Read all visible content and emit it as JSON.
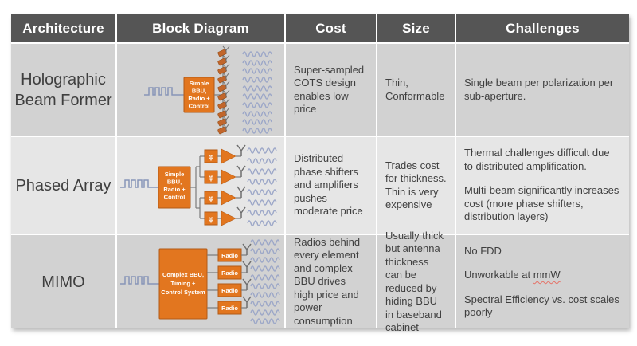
{
  "colors": {
    "header_bg": "#555555",
    "row_dark": "#D2D2D2",
    "row_light": "#E6E6E6",
    "box_orange": "#E2761F",
    "box_orange_border": "#B35B17",
    "signal_blue": "#8795B8",
    "wave_blue": "#9CA7C8",
    "line_gray": "#7A7A7A",
    "text_gray": "#3F3F3F",
    "spellcheck_red": "#E57368"
  },
  "header": {
    "columns": [
      "Architecture",
      "Block Diagram",
      "Cost",
      "Size",
      "Challenges"
    ]
  },
  "rows": [
    {
      "architecture": "Holographic Beam Former",
      "diagram": {
        "signal_icon": "square-wave",
        "box_lines": [
          "Simple",
          "BBU,",
          "Radio +",
          "Control"
        ],
        "array_icon": "antenna-element-array",
        "waves_icon": "radiated-waves"
      },
      "cost": "Super-sampled COTS design enables low price",
      "size": "Thin, Conformable",
      "challenges": [
        "Single beam per polarization per sub-aperture."
      ]
    },
    {
      "architecture": "Phased Array",
      "diagram": {
        "signal_icon": "square-wave",
        "box_lines": [
          "Simple",
          "BBU,",
          "Radio +",
          "Control"
        ],
        "phase_shifter_symbol": "φ",
        "amplifier_icon": "amplifier-triangle",
        "antenna_icon": "antenna",
        "waves_icon": "radiated-waves"
      },
      "cost": "Distributed phase shifters and amplifiers pushes moderate price",
      "size": "Trades cost for thickness. Thin is very expensive",
      "challenges": [
        "Thermal challenges difficult due to distributed amplification.",
        "Multi-beam significantly increases cost (more phase shifters, distribution layers)"
      ]
    },
    {
      "architecture": "MIMO",
      "diagram": {
        "signal_icon": "square-wave",
        "box_lines": [
          "Complex BBU,",
          "Timing +",
          "Control System"
        ],
        "radio_label": "Radio",
        "antenna_icon": "antenna",
        "waves_icon": "radiated-waves"
      },
      "cost": "Radios behind every element and complex BBU drives high price and power consumption",
      "size": "Usually thick but antenna thickness can be reduced by hiding BBU in baseband cabinet",
      "challenges": [
        {
          "text": "No FDD"
        },
        {
          "prefix": "Unworkable at ",
          "term": "mmW"
        },
        {
          "text": "Spectral Efficiency vs. cost scales poorly"
        }
      ]
    }
  ]
}
